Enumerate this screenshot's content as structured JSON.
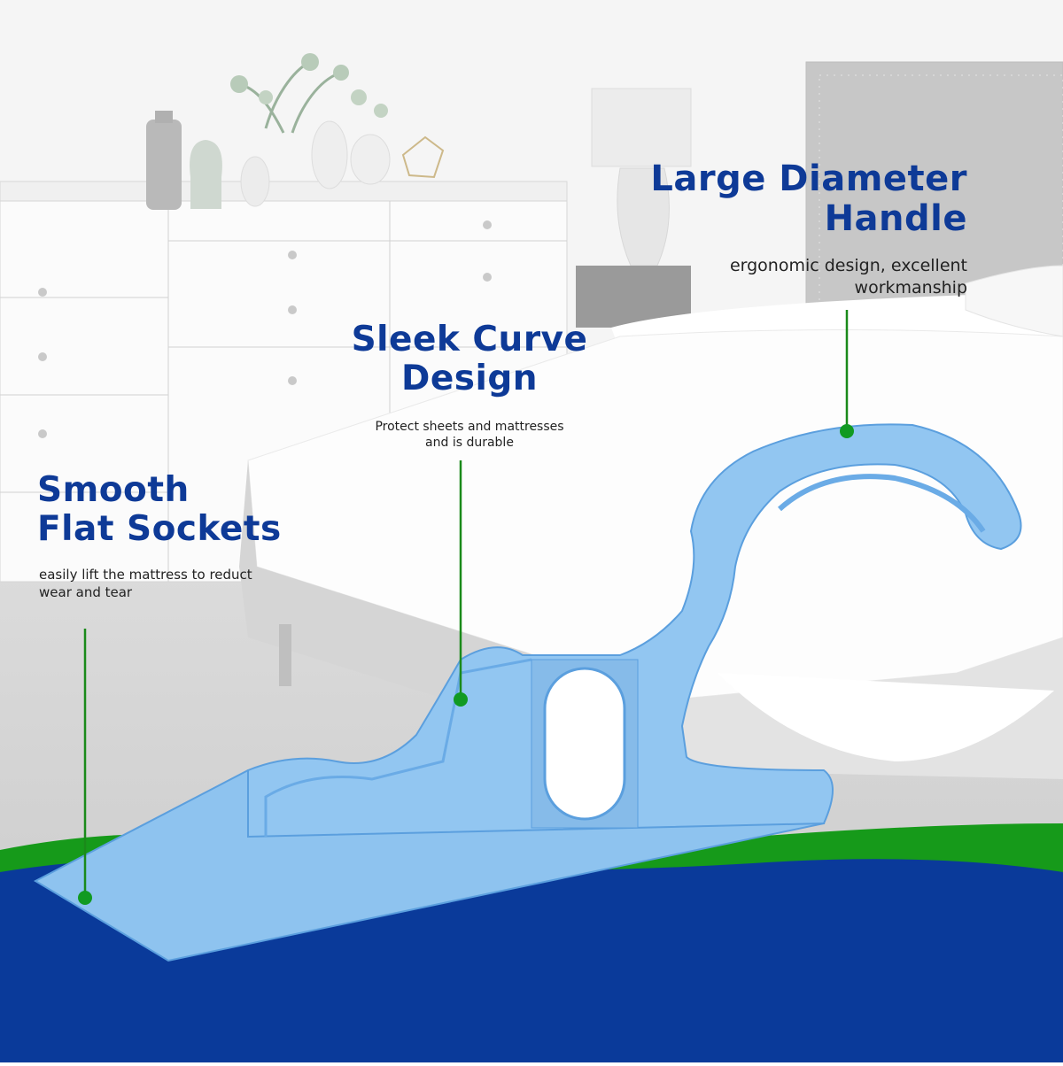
{
  "colors": {
    "title": "#0e3a97",
    "description": "#222222",
    "leader": "#1a8a1a",
    "dot": "#119a22",
    "wave_blue": "#0a3a9a",
    "wave_green": "#169a1a",
    "product": "#8fc3ef",
    "product_edge": "#5b9fde",
    "background_room": "#f3f3f3"
  },
  "callouts": [
    {
      "id": "handle",
      "title_lines": [
        "Large Diameter",
        "Handle"
      ],
      "description_lines": [
        "ergonomic design, excellent",
        "workmanship"
      ]
    },
    {
      "id": "curve",
      "title_lines": [
        "Sleek Curve",
        "Design"
      ],
      "description_lines": [
        "Protect sheets and mattresses",
        "and is durable"
      ]
    },
    {
      "id": "sockets",
      "title_lines": [
        "Smooth",
        "Flat Sockets"
      ],
      "description_lines": [
        "easily lift the mattress to reduct",
        "wear and tear"
      ]
    }
  ],
  "product": {
    "name": "mattress lifter",
    "color_name": "light blue"
  }
}
